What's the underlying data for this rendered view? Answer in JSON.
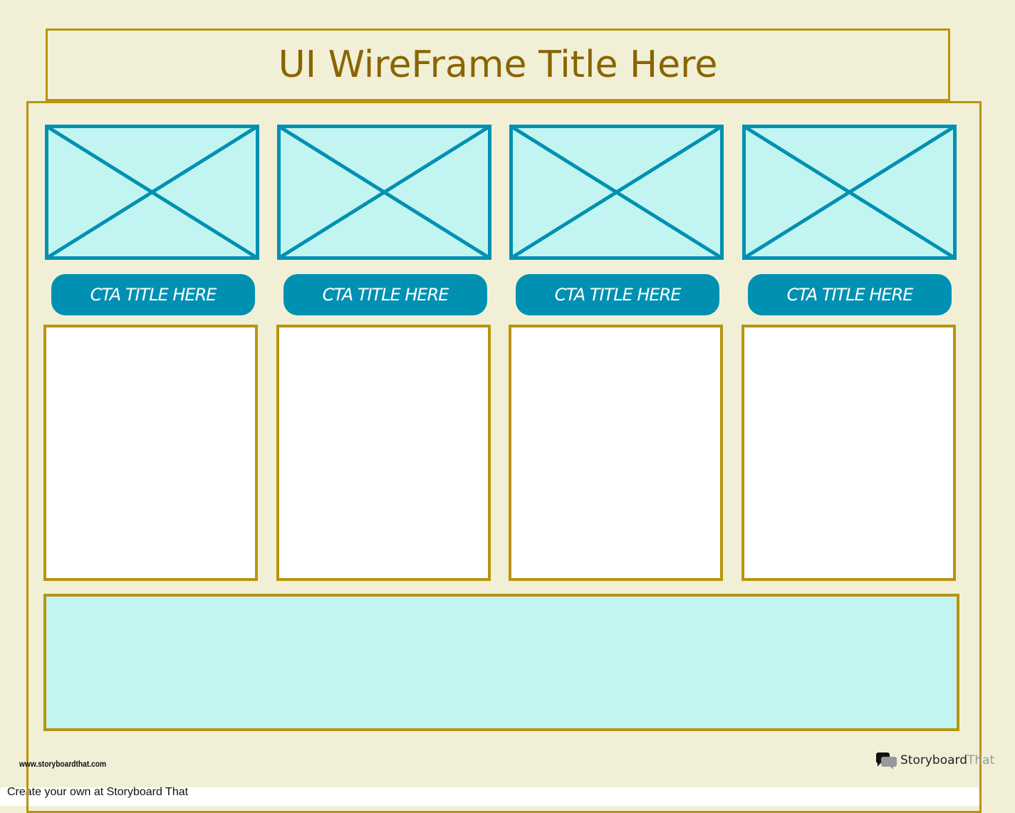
{
  "header": {
    "title": "UI WireFrame Title Here"
  },
  "columns": [
    {
      "image_placeholder": "image-placeholder-icon",
      "cta_label": "CTA TITLE HERE",
      "content": ""
    },
    {
      "image_placeholder": "image-placeholder-icon",
      "cta_label": "CTA TITLE HERE",
      "content": ""
    },
    {
      "image_placeholder": "image-placeholder-icon",
      "cta_label": "CTA TITLE HERE",
      "content": ""
    },
    {
      "image_placeholder": "image-placeholder-icon",
      "cta_label": "CTA TITLE HERE",
      "content": ""
    }
  ],
  "bottom_panel": {
    "content": ""
  },
  "footer": {
    "url": "www.storyboardthat.com",
    "cta": "Create your own at Storyboard That",
    "logo_main": "Storyboard",
    "logo_accent": "That"
  },
  "colors": {
    "background": "#f1f0d7",
    "border_gold": "#b8940f",
    "title_text": "#8a6400",
    "accent_teal": "#0091b2",
    "placeholder_fill": "#c2f5f2",
    "content_fill": "#ffffff"
  }
}
